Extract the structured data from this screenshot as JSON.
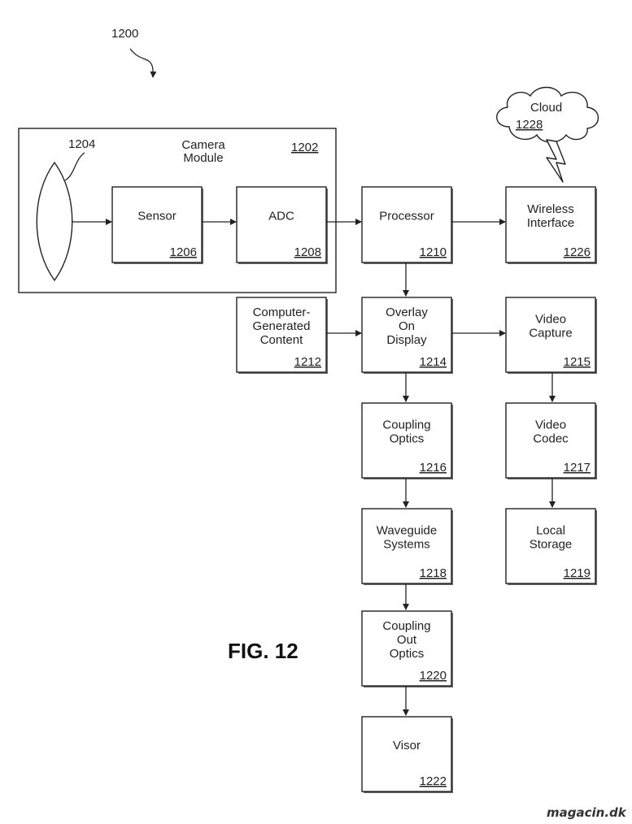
{
  "figure": {
    "ref_number": "1200",
    "caption": "FIG. 12",
    "watermark": "magacin.dk"
  },
  "camera_module": {
    "label": "Camera Module",
    "number": "1202"
  },
  "lens": {
    "number": "1204"
  },
  "blocks": {
    "sensor": {
      "label": [
        "Sensor"
      ],
      "number": "1206"
    },
    "adc": {
      "label": [
        "ADC"
      ],
      "number": "1208"
    },
    "processor": {
      "label": [
        "Processor"
      ],
      "number": "1210"
    },
    "wireless_interface": {
      "label": [
        "Wireless",
        "Interface"
      ],
      "number": "1226"
    },
    "computer_generated_content": {
      "label": [
        "Computer-",
        "Generated",
        "Content"
      ],
      "number": "1212"
    },
    "overlay_on_display": {
      "label": [
        "Overlay",
        "On",
        "Display"
      ],
      "number": "1214"
    },
    "video_capture": {
      "label": [
        "Video",
        "Capture"
      ],
      "number": "1215"
    },
    "coupling_optics": {
      "label": [
        "Coupling",
        "Optics"
      ],
      "number": "1216"
    },
    "video_codec": {
      "label": [
        "Video",
        "Codec"
      ],
      "number": "1217"
    },
    "waveguide_systems": {
      "label": [
        "Waveguide",
        "Systems"
      ],
      "number": "1218"
    },
    "local_storage": {
      "label": [
        "Local",
        "Storage"
      ],
      "number": "1219"
    },
    "coupling_out_optics": {
      "label": [
        "Coupling",
        "Out",
        "Optics"
      ],
      "number": "1220"
    },
    "visor": {
      "label": [
        "Visor"
      ],
      "number": "1222"
    }
  },
  "cloud": {
    "label": "Cloud",
    "number": "1228"
  }
}
